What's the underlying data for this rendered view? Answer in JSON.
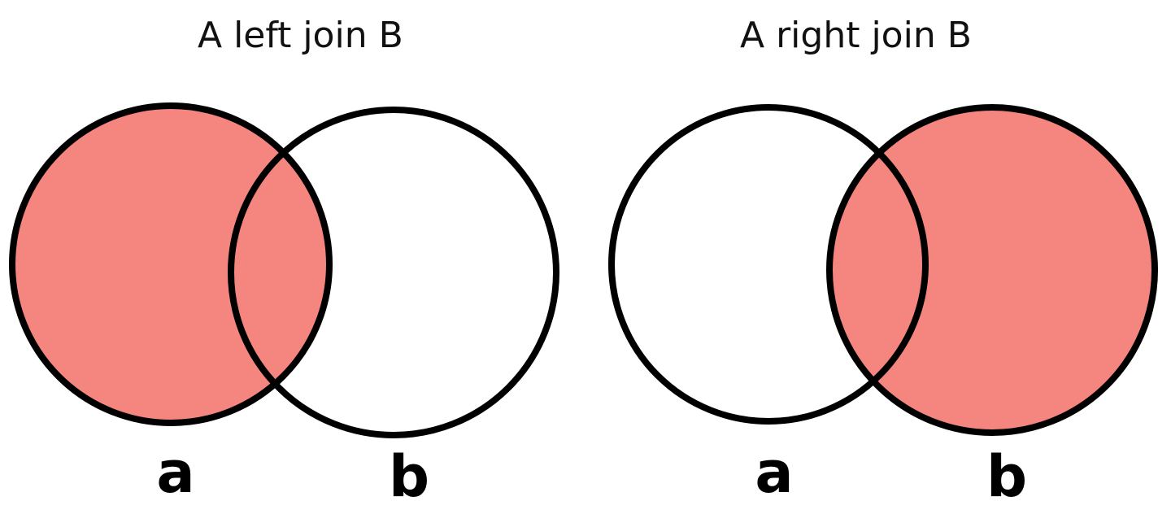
{
  "colors": {
    "highlight": "#F4857F",
    "stroke": "#000000",
    "background": "#FFFFFF"
  },
  "diagrams": [
    {
      "title": "A left join B",
      "labels": [
        "a",
        "b"
      ],
      "highlighted_set": "a"
    },
    {
      "title": "A right join B",
      "labels": [
        "a",
        "b"
      ],
      "highlighted_set": "b"
    }
  ]
}
